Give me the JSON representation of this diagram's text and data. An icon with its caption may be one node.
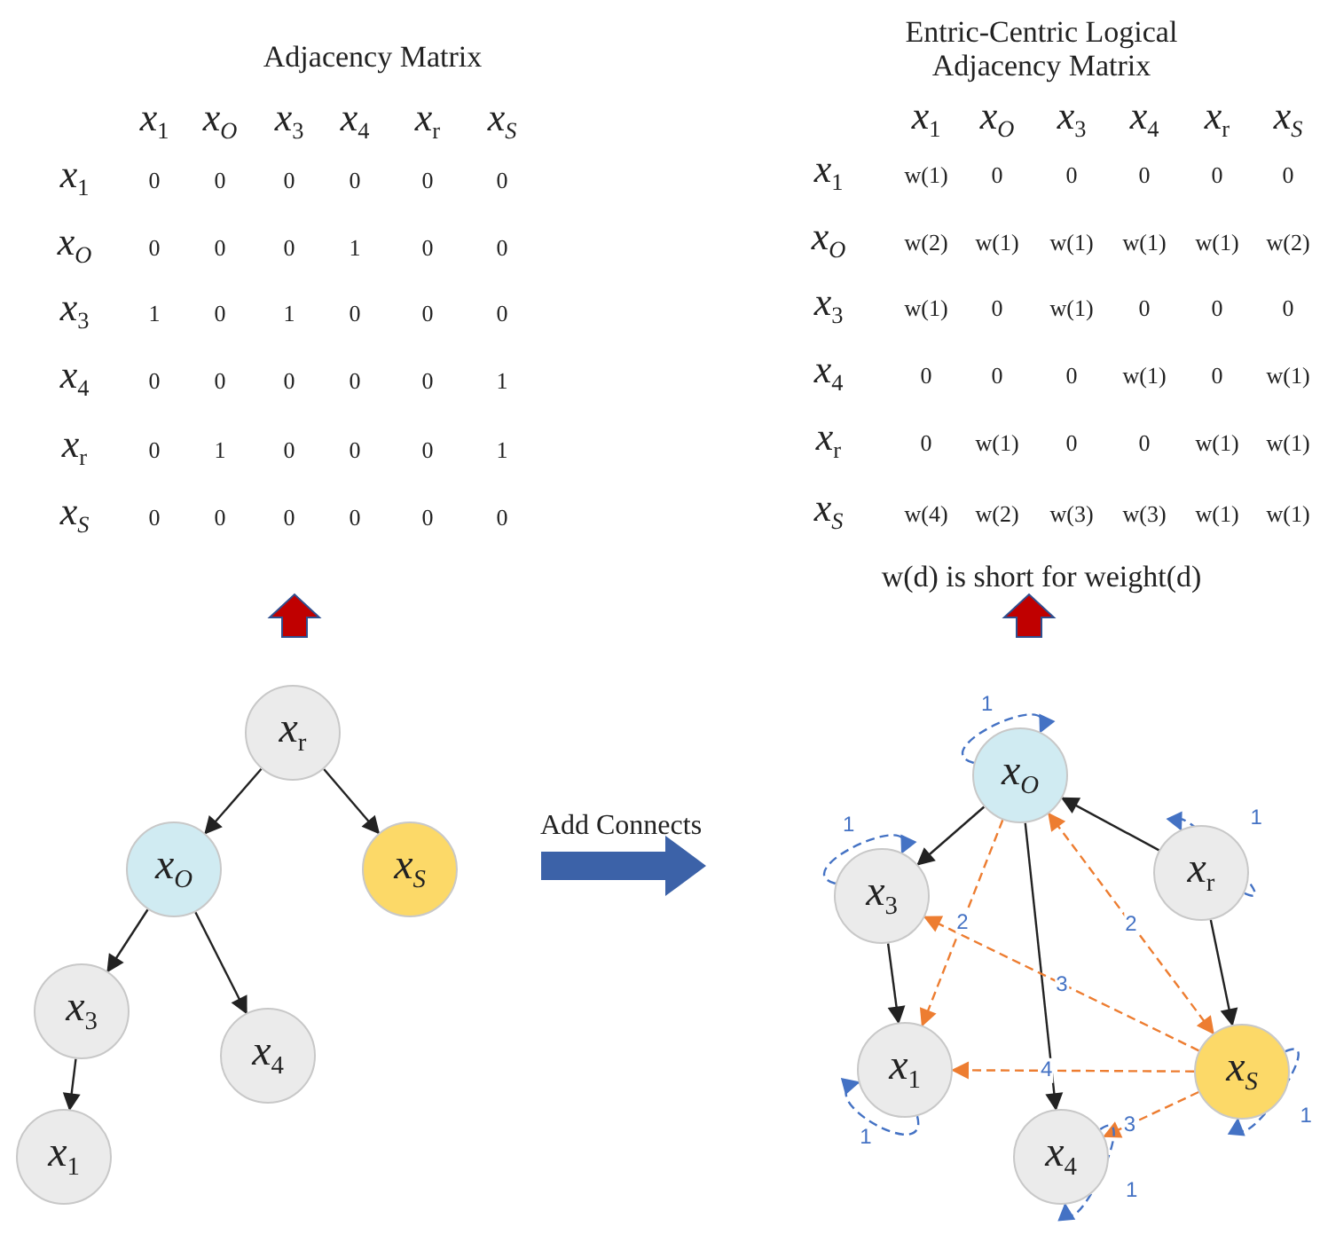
{
  "diagram": {
    "nodes": [
      {
        "text": [
          "*x*$_{r}$"
        ]
      },
      {
        "text": [
          "*x$_{O}$*"
        ]
      },
      {
        "text": [
          "*x$_{S}$*"
        ]
      },
      {
        "text": [
          "*x*$_{3}$"
        ]
      },
      {
        "text": [
          "*x*$_{4}$"
        ]
      },
      {
        "text": [
          "*x*$_{1}$"
        ]
      },
      {
        "text": [
          "*x$_{O}$*"
        ]
      },
      {
        "text": [
          "*x*$_{3}$"
        ]
      },
      {
        "text": [
          "*x*$_{r}$"
        ]
      },
      {
        "text": [
          "*x*$_{1}$"
        ]
      },
      {
        "text": [
          "*x$_{S}$*"
        ]
      },
      {
        "text": [
          "*x*$_{4}$"
        ]
      }
    ],
    "edges": [
      {
        "from": 0,
        "to": 1,
        "arrow": "to"
      },
      {
        "from": 0,
        "to": 2,
        "arrow": "to"
      },
      {
        "from": 1,
        "to": 3,
        "arrow": "to"
      },
      {
        "from": 1,
        "to": 4,
        "arrow": "to"
      },
      {
        "from": 3,
        "to": 5,
        "arrow": "to"
      },
      {
        "from": 6,
        "to": 7,
        "arrow": "to"
      },
      {
        "from": 8,
        "to": 6,
        "arrow": "to"
      },
      {
        "from": 8,
        "to": 10,
        "arrow": "to"
      },
      {
        "from": 7,
        "to": 9,
        "arrow": "to"
      },
      {
        "from": 6,
        "to": 11,
        "arrow": "to"
      },
      {
        "from": 6,
        "to": 9,
        "arrow": "to",
        "label": "2",
        "style": "dashed",
        "color": "#ed7d31"
      },
      {
        "from": 10,
        "to": 6,
        "arrow": "both",
        "label": "2",
        "style": "dashed",
        "color": "#ed7d31"
      },
      {
        "from": 10,
        "to": 7,
        "arrow": "to",
        "label": "3",
        "style": "dashed",
        "color": "#ed7d31"
      },
      {
        "from": 10,
        "to": 9,
        "arrow": "to",
        "label": "4",
        "style": "dashed",
        "color": "#ed7d31"
      },
      {
        "from": 10,
        "to": 11,
        "arrow": "to",
        "label": "3",
        "style": "dashed",
        "color": "#ed7d31"
      },
      {
        "from": 6,
        "to": 6,
        "arrow": "to",
        "label": "1",
        "style": "dashed",
        "color": "#4472c4"
      },
      {
        "from": 7,
        "to": 7,
        "arrow": "to",
        "label": "1",
        "style": "dashed",
        "color": "#4472c4"
      },
      {
        "from": 8,
        "to": 8,
        "arrow": "to",
        "label": "1",
        "style": "dashed",
        "color": "#4472c4"
      },
      {
        "from": 9,
        "to": 9,
        "arrow": "to",
        "label": "1",
        "style": "dashed",
        "color": "#4472c4"
      },
      {
        "from": 10,
        "to": 10,
        "arrow": "to",
        "label": "1",
        "style": "dashed",
        "color": "#4472c4"
      },
      {
        "from": 11,
        "to": 11,
        "arrow": "to",
        "label": "1",
        "style": "dashed",
        "color": "#4472c4"
      }
    ],
    "labels": [
      "Adjacency Matrix",
      "*x*$_{1}$",
      "*x$_{O}$*",
      "*x*$_{3}$",
      "*x*$_{4}$",
      "*x*$_{r}$",
      "*x$_{S}$*",
      "*x*$_{1}$",
      "0",
      "0",
      "0",
      "0",
      "0",
      "0",
      "*x$_{O}$*",
      "0",
      "0",
      "0",
      "1",
      "0",
      "0",
      "*x*$_{3}$",
      "1",
      "0",
      "1",
      "0",
      "0",
      "0",
      "*x*$_{4}$",
      "0",
      "0",
      "0",
      "0",
      "0",
      "1",
      "*x*$_{r}$",
      "0",
      "1",
      "0",
      "0",
      "0",
      "1",
      "*x$_{S}$*",
      "0",
      "0",
      "0",
      "0",
      "0",
      "0",
      "Entric-Centric Logical Adjacency Matrix",
      "*x*$_{1}$",
      "*x$_{O}$*",
      "*x*$_{3}$",
      "*x*$_{4}$",
      "*x*$_{r}$",
      "*x$_{S}$*",
      "*x*$_{1}$",
      "w(1)",
      "0",
      "0",
      "0",
      "0",
      "0",
      "*x$_{O}$*",
      "w(2)",
      "w(1)",
      "w(1)",
      "w(1)",
      "w(1)",
      "w(2)",
      "*x*$_{3}$",
      "w(1)",
      "0",
      "w(1)",
      "0",
      "0",
      "0",
      "*x*$_{4}$",
      "0",
      "0",
      "0",
      "w(1)",
      "0",
      "w(1)",
      "*x*$_{r}$",
      "0",
      "w(1)",
      "0",
      "0",
      "w(1)",
      "w(1)",
      "*x$_{S}$*",
      "w(4)",
      "w(2)",
      "w(3)",
      "w(3)",
      "w(1)",
      "w(1)",
      "w(d) is short for weight(d)",
      "Add Connects"
    ]
  }
}
